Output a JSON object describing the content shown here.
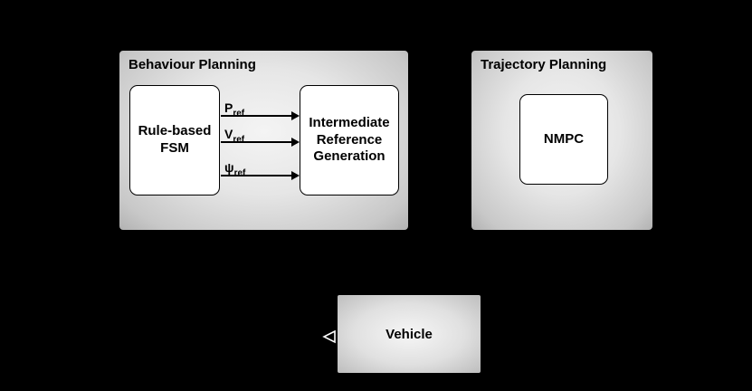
{
  "colors": {
    "background": "#000000",
    "panel_fill_center": "#f4f4f4",
    "panel_fill_edge": "#b2b2b2",
    "node_fill": "#ffffff",
    "border": "#000000",
    "text": "#000000",
    "feedback_arrow_outline": "#ffffff"
  },
  "behaviour_planning": {
    "title": "Behaviour Planning",
    "fsm_label": "Rule-based FSM",
    "irg_label": "Intermediate Reference Generation",
    "signals": [
      {
        "base": "P",
        "sub": "ref"
      },
      {
        "base": "V",
        "sub": "ref"
      },
      {
        "base": "ψ",
        "sub": "ref"
      }
    ]
  },
  "trajectory_planning": {
    "title": "Trajectory Planning",
    "nmpc_label": "NMPC"
  },
  "vehicle": {
    "label": "Vehicle"
  }
}
